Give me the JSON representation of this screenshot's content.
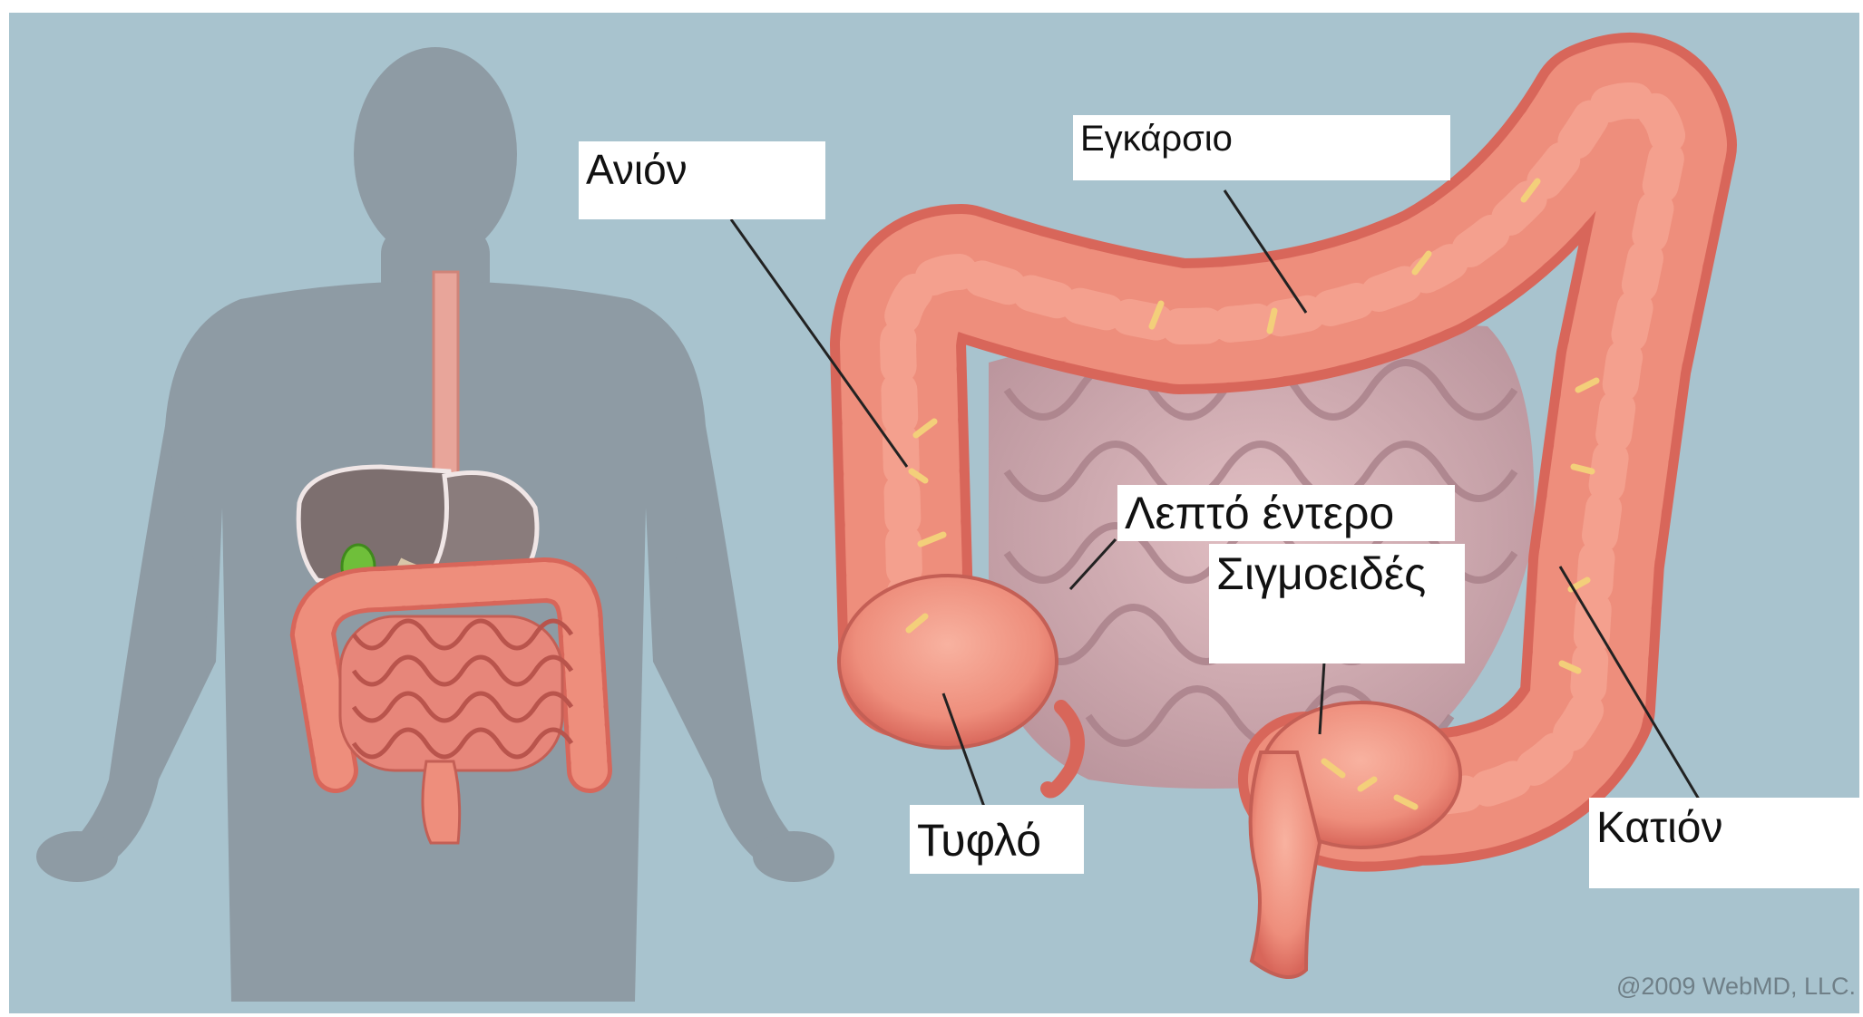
{
  "title": "",
  "copyright": "@2009 WebMD, LLC.",
  "labels": {
    "ascending": "Ανιόν",
    "transverse": "Εγκάρσιο",
    "small_intestine": "Λεπτό έντερο",
    "sigmoid": "Σιγμοειδές",
    "cecum": "Τυφλό",
    "descending": "Κατιόν"
  },
  "colors": {
    "background": "#a8c3ce",
    "silhouette": "#8e9ba4",
    "colon": "#ee8e7c",
    "colon_dark": "#d8665a",
    "small_intestine": "#c9a2a9",
    "vessels": "#f3cf7a",
    "liver": "#7d6f6f",
    "gallbladder": "#6fbf3a"
  },
  "icons": [
    "human-silhouette-icon",
    "gallbladder-icon"
  ]
}
